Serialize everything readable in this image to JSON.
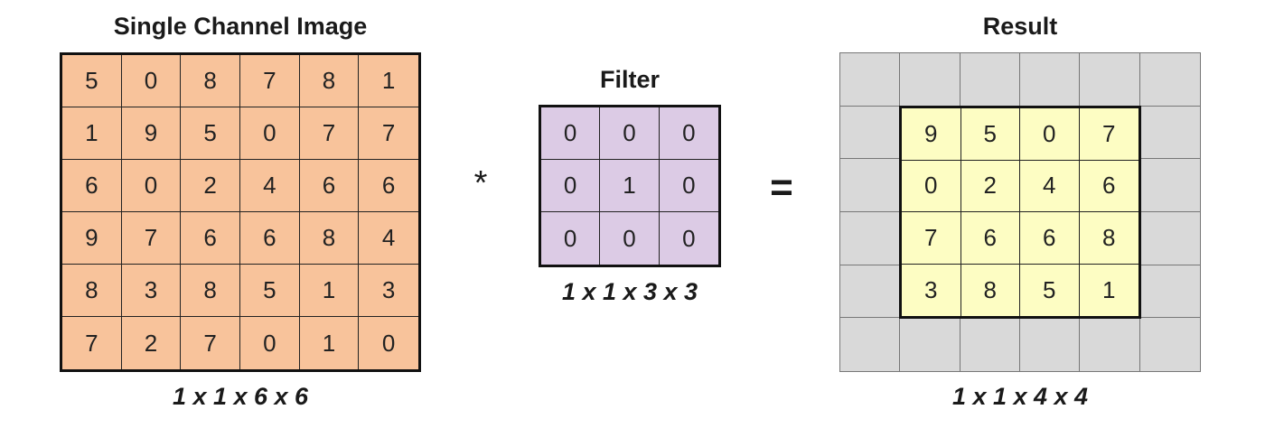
{
  "input": {
    "title": "Single Channel Image",
    "shape": "1 x 1 x 6 x 6",
    "fill_color": "#f8c39b",
    "values": [
      [
        "5",
        "0",
        "8",
        "7",
        "8",
        "1"
      ],
      [
        "1",
        "9",
        "5",
        "0",
        "7",
        "7"
      ],
      [
        "6",
        "0",
        "2",
        "4",
        "6",
        "6"
      ],
      [
        "9",
        "7",
        "6",
        "6",
        "8",
        "4"
      ],
      [
        "8",
        "3",
        "8",
        "5",
        "1",
        "3"
      ],
      [
        "7",
        "2",
        "7",
        "0",
        "1",
        "0"
      ]
    ]
  },
  "operator_conv": "*",
  "filter": {
    "title": "Filter",
    "shape": "1 x 1 x 3 x 3",
    "fill_color": "#dccbe5",
    "values": [
      [
        "0",
        "0",
        "0"
      ],
      [
        "0",
        "1",
        "0"
      ],
      [
        "0",
        "0",
        "0"
      ]
    ]
  },
  "operator_equals": "=",
  "result": {
    "title": "Result",
    "shape": "1 x 1 x 4 x 4",
    "fill_color": "#fdfdc3",
    "padding_color": "#d9d9d9",
    "values": [
      [
        "9",
        "5",
        "0",
        "7"
      ],
      [
        "0",
        "2",
        "4",
        "6"
      ],
      [
        "7",
        "6",
        "6",
        "8"
      ],
      [
        "3",
        "8",
        "5",
        "1"
      ]
    ]
  }
}
